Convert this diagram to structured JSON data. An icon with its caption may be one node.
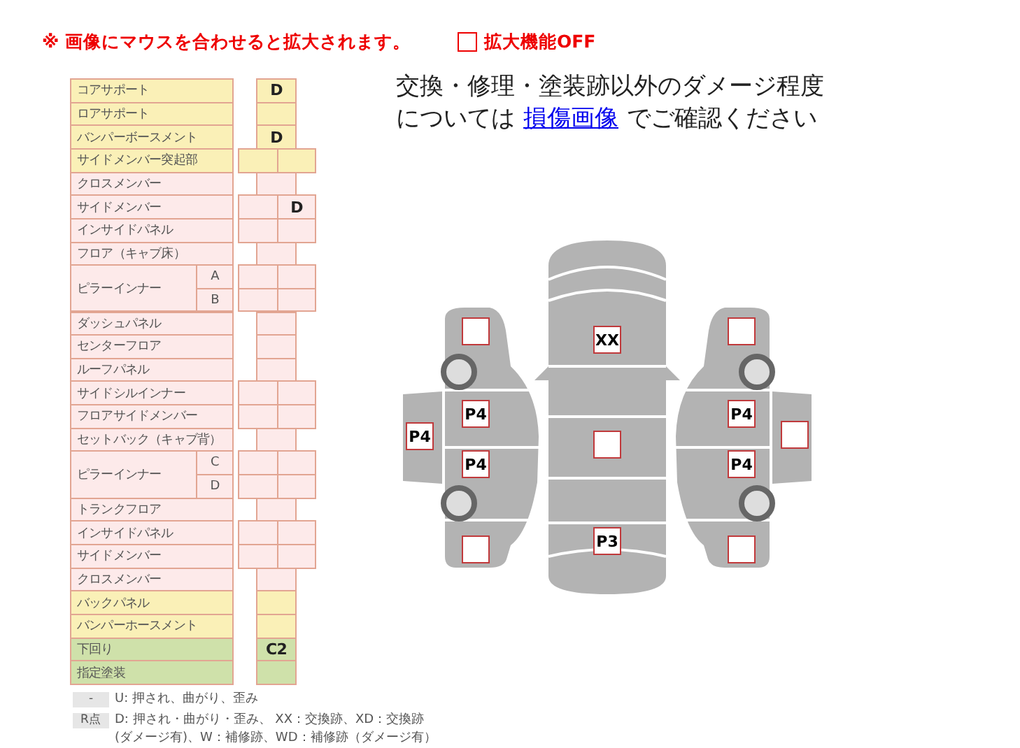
{
  "diagram": {
    "labels": [
      "※ 画像にマウスを合わせると拡大されます。",
      "拡大機能OFF",
      "交換・修理・塗装跡以外のダメージ程度については",
      "損傷画像",
      "でご確認ください",
      "コアサポート",
      "D",
      "ロアサポート",
      "バンパーボースメント",
      "D",
      "サイドメンバー突起部",
      "クロスメンバー",
      "サイドメンバー",
      "D",
      "インサイドパネル",
      "フロア（キャブ床）",
      "ピラーインナー",
      "A",
      "B",
      "ダッシュパネル",
      "センターフロア",
      "ルーフパネル",
      "サイドシルインナー",
      "フロアサイドメンバー",
      "セットバック（キャブ背）",
      "ピラーインナー",
      "C",
      "D",
      "トランクフロア",
      "インサイドパネル",
      "サイドメンバー",
      "クロスメンバー",
      "バックパネル",
      "バンパーホースメント",
      "下回り",
      "C2",
      "指定塗装",
      "-",
      "U: 押され、曲がり、歪み",
      "R点",
      "D: 押され・曲がり・歪み、 XX：交換跡、XD：交換跡(ダメージ有)、W：補修跡、WD：補修跡（ダメージ有）",
      "XX",
      "P4",
      "P4",
      "P4",
      "P4",
      "P4",
      "P3"
    ]
  }
}
